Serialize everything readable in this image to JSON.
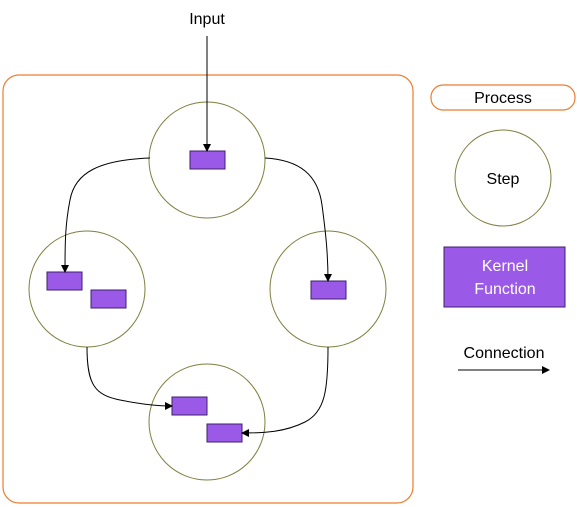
{
  "diagram": {
    "input_label": "Input",
    "legend": {
      "process_label": "Process",
      "step_label": "Step",
      "kernel_line1": "Kernel",
      "kernel_line2": "Function",
      "connection_label": "Connection"
    },
    "colors": {
      "process_border": "#ED7D31",
      "step_border": "#7F7F3F",
      "kernel_fill": "#9B59E8",
      "kernel_border": "#3C1F6E",
      "kernel_text": "#FFFFFF",
      "arrow": "#000000"
    }
  }
}
